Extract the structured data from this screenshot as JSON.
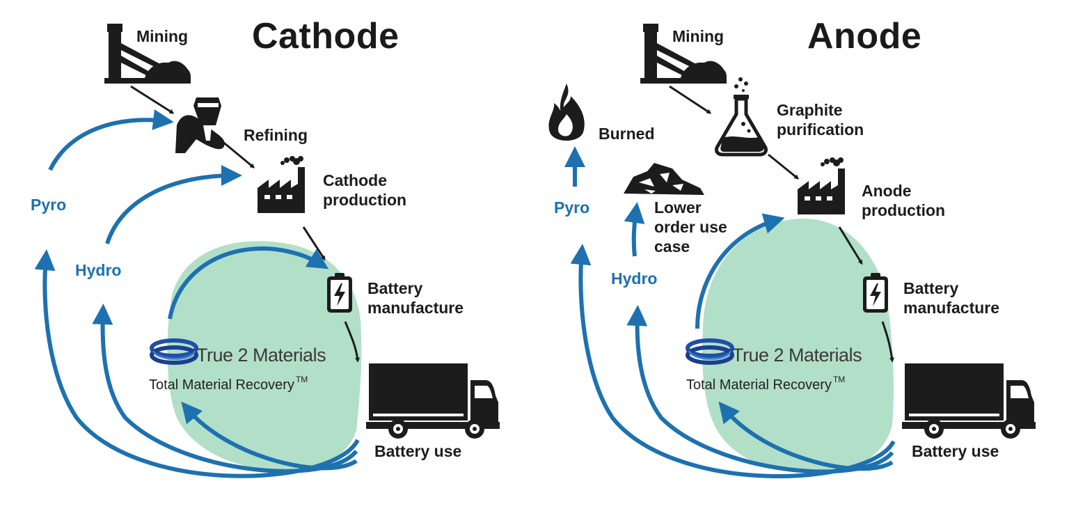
{
  "colors": {
    "ink": "#1c1c1c",
    "loop_blue": "#1d71b0",
    "recovery_fill": "#b2dfc8",
    "brand_blue": "#1f4fa8"
  },
  "icons": [
    "mine-icon",
    "ore-bucket-icon",
    "factory-icon",
    "battery-icon",
    "truck-icon",
    "fire-icon",
    "flask-icon",
    "scrap-pile-icon",
    "ring-logo-icon"
  ],
  "cathode": {
    "title": "Cathode",
    "steps": {
      "mining": "Mining",
      "refining": "Refining",
      "production": [
        "Cathode",
        "production"
      ],
      "manufacture": [
        "Battery",
        "manufacture"
      ],
      "use": "Battery use"
    },
    "loops": {
      "pyro": "Pyro",
      "hydro": "Hydro"
    },
    "brand": "True 2 Materials",
    "tagline": "Total Material Recovery",
    "tm": "TM"
  },
  "anode": {
    "title": "Anode",
    "steps": {
      "mining": "Mining",
      "purification": [
        "Graphite",
        "purification"
      ],
      "production": [
        "Anode",
        "production"
      ],
      "manufacture": [
        "Battery",
        "manufacture"
      ],
      "use": "Battery use"
    },
    "loops": {
      "pyro": "Pyro",
      "hydro": "Hydro"
    },
    "outcomes": {
      "burned": "Burned",
      "lower_order": [
        "Lower",
        "order use",
        "case"
      ]
    },
    "brand": "True 2 Materials",
    "tagline": "Total Material Recovery",
    "tm": "TM"
  }
}
